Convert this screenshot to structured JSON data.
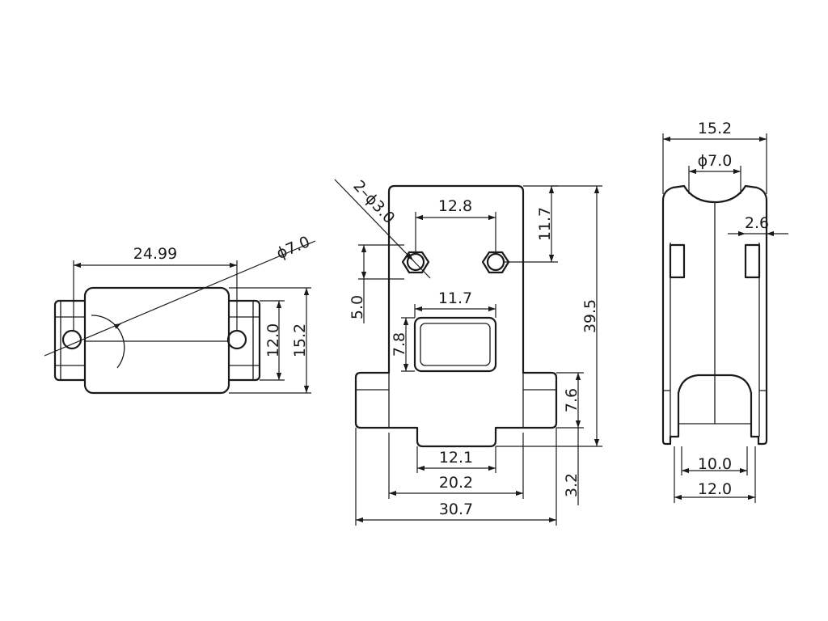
{
  "left_view": {
    "dim_width": "24.99",
    "dim_hole": "ϕ7.0",
    "dim_inner_height": "12.0",
    "dim_outer_height": "15.2"
  },
  "front_view": {
    "dim_holes": "2–ϕ3.0",
    "dim_hole_spacing": "12.8",
    "dim_top_to_hole": "11.7",
    "dim_hole_offset": "5.0",
    "dim_window_width": "11.7",
    "dim_window_height": "7.8",
    "dim_total_height": "39.5",
    "dim_flange_height": "7.6",
    "dim_bottom_step": "3.2",
    "dim_slot_width": "12.1",
    "dim_body_width": "20.2",
    "dim_flange_width": "30.7"
  },
  "right_view": {
    "dim_width": "15.2",
    "dim_hole": "ϕ7.0",
    "dim_wall": "2.6",
    "dim_inner_opening": "10.0",
    "dim_base_width": "12.0"
  }
}
